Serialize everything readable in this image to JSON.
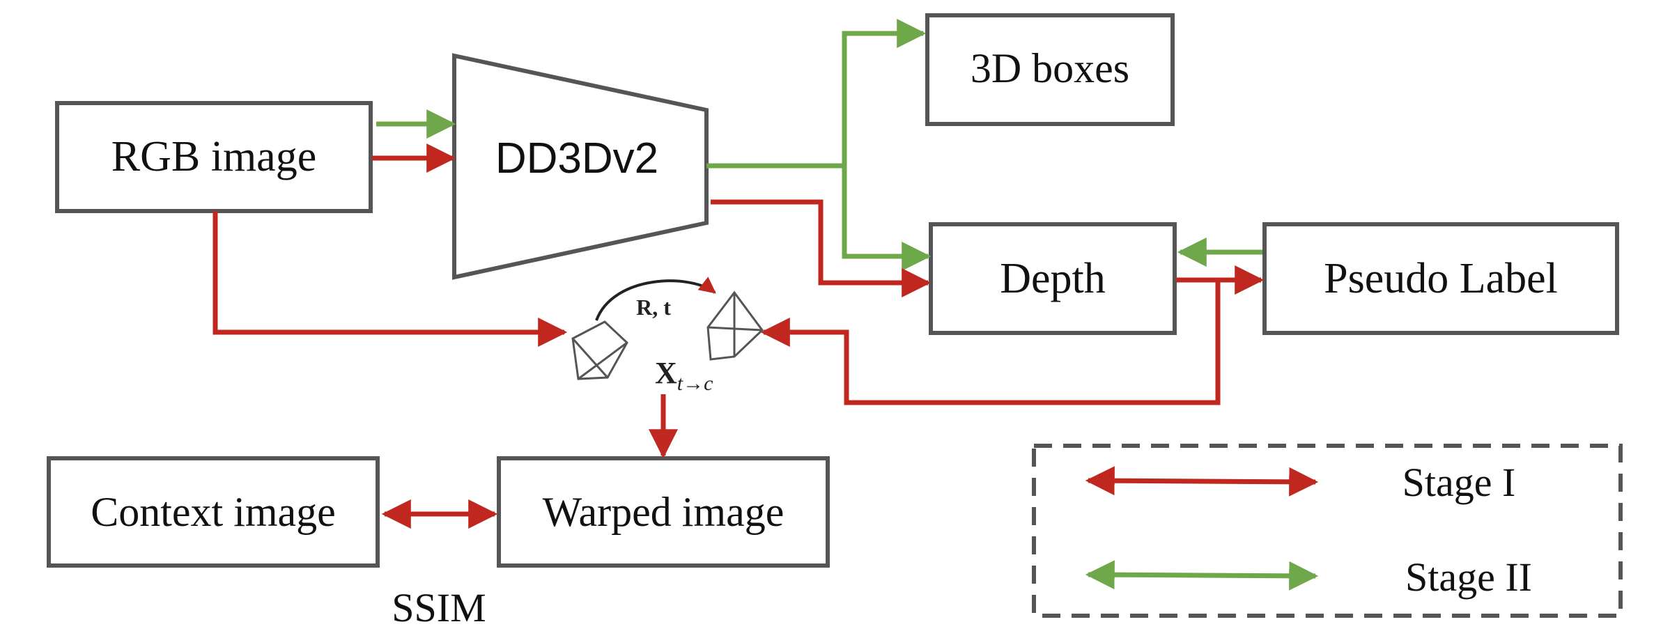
{
  "nodes": {
    "rgb": "RGB image",
    "model": "DD3Dv2",
    "boxes": "3D boxes",
    "depth": "Depth",
    "pseudo": "Pseudo Label",
    "context": "Context image",
    "warped": "Warped image"
  },
  "pose": {
    "rotation_translation": "R, t",
    "warp_symbol": "X",
    "warp_subscript": "t→c"
  },
  "loss_label": "SSIM",
  "legend": {
    "stage1": "Stage I",
    "stage2": "Stage II"
  },
  "colors": {
    "stage1": "#c0281f",
    "stage2": "#6fa84a",
    "outline": "#555555"
  }
}
